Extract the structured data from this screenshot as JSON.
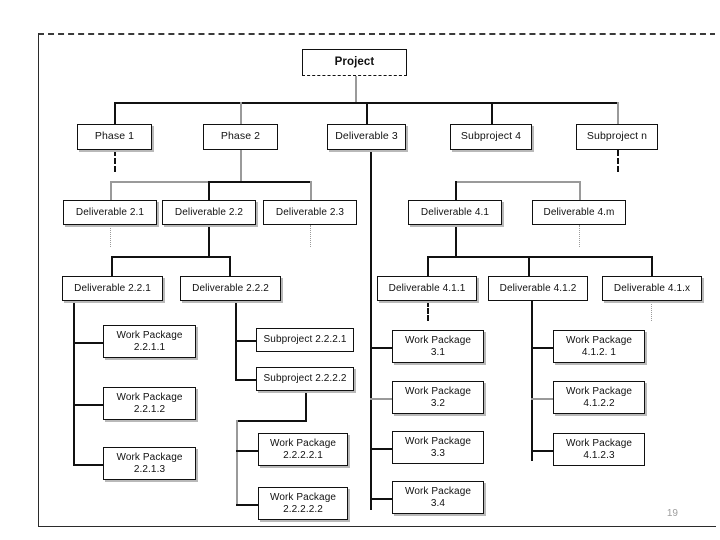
{
  "slide": {
    "page_number": "19",
    "diagram_type": "work-breakdown-structure"
  },
  "nodes": {
    "root": {
      "label": "Project"
    },
    "level1": [
      {
        "label": "Phase 1"
      },
      {
        "label": "Phase 2"
      },
      {
        "label": "Deliverable 3"
      },
      {
        "label": "Subproject 4"
      },
      {
        "label": "Subproject n"
      }
    ],
    "level2": [
      {
        "label": "Deliverable 2.1"
      },
      {
        "label": "Deliverable 2.2"
      },
      {
        "label": "Deliverable 2.3"
      },
      {
        "label": "Deliverable 4.1"
      },
      {
        "label": "Deliverable 4.m"
      }
    ],
    "level3": [
      {
        "label": "Deliverable 2.2.1"
      },
      {
        "label": "Deliverable 2.2.2"
      },
      {
        "label": "Deliverable 4.1.1"
      },
      {
        "label": "Deliverable 4.1.2"
      },
      {
        "label": "Deliverable 4.1.x"
      }
    ],
    "branch_221": [
      {
        "label": "Work Package\n2.2.1.1"
      },
      {
        "label": "Work Package\n2.2.1.2"
      },
      {
        "label": "Work Package\n2.2.1.3"
      }
    ],
    "branch_222": [
      {
        "label": "Subproject 2.2.2.1"
      },
      {
        "label": "Subproject 2.2.2.2"
      }
    ],
    "branch_2222": [
      {
        "label": "Work Package\n2.2.2.2.1"
      },
      {
        "label": "Work Package\n2.2.2.2.2"
      }
    ],
    "branch_3": [
      {
        "label": "Work Package\n3.1"
      },
      {
        "label": "Work Package\n3.2"
      },
      {
        "label": "Work Package\n3.3"
      },
      {
        "label": "Work Package\n3.4"
      }
    ],
    "branch_412": [
      {
        "label": "Work Package\n4.1.2. 1"
      },
      {
        "label": "Work Package\n4.1.2.2"
      },
      {
        "label": "Work Package\n4.1.2.3"
      }
    ]
  },
  "colors": {
    "line": "#111111",
    "line_light": "#9a9a9a",
    "box_border": "#111111",
    "page_number": "#9e9e9e"
  }
}
